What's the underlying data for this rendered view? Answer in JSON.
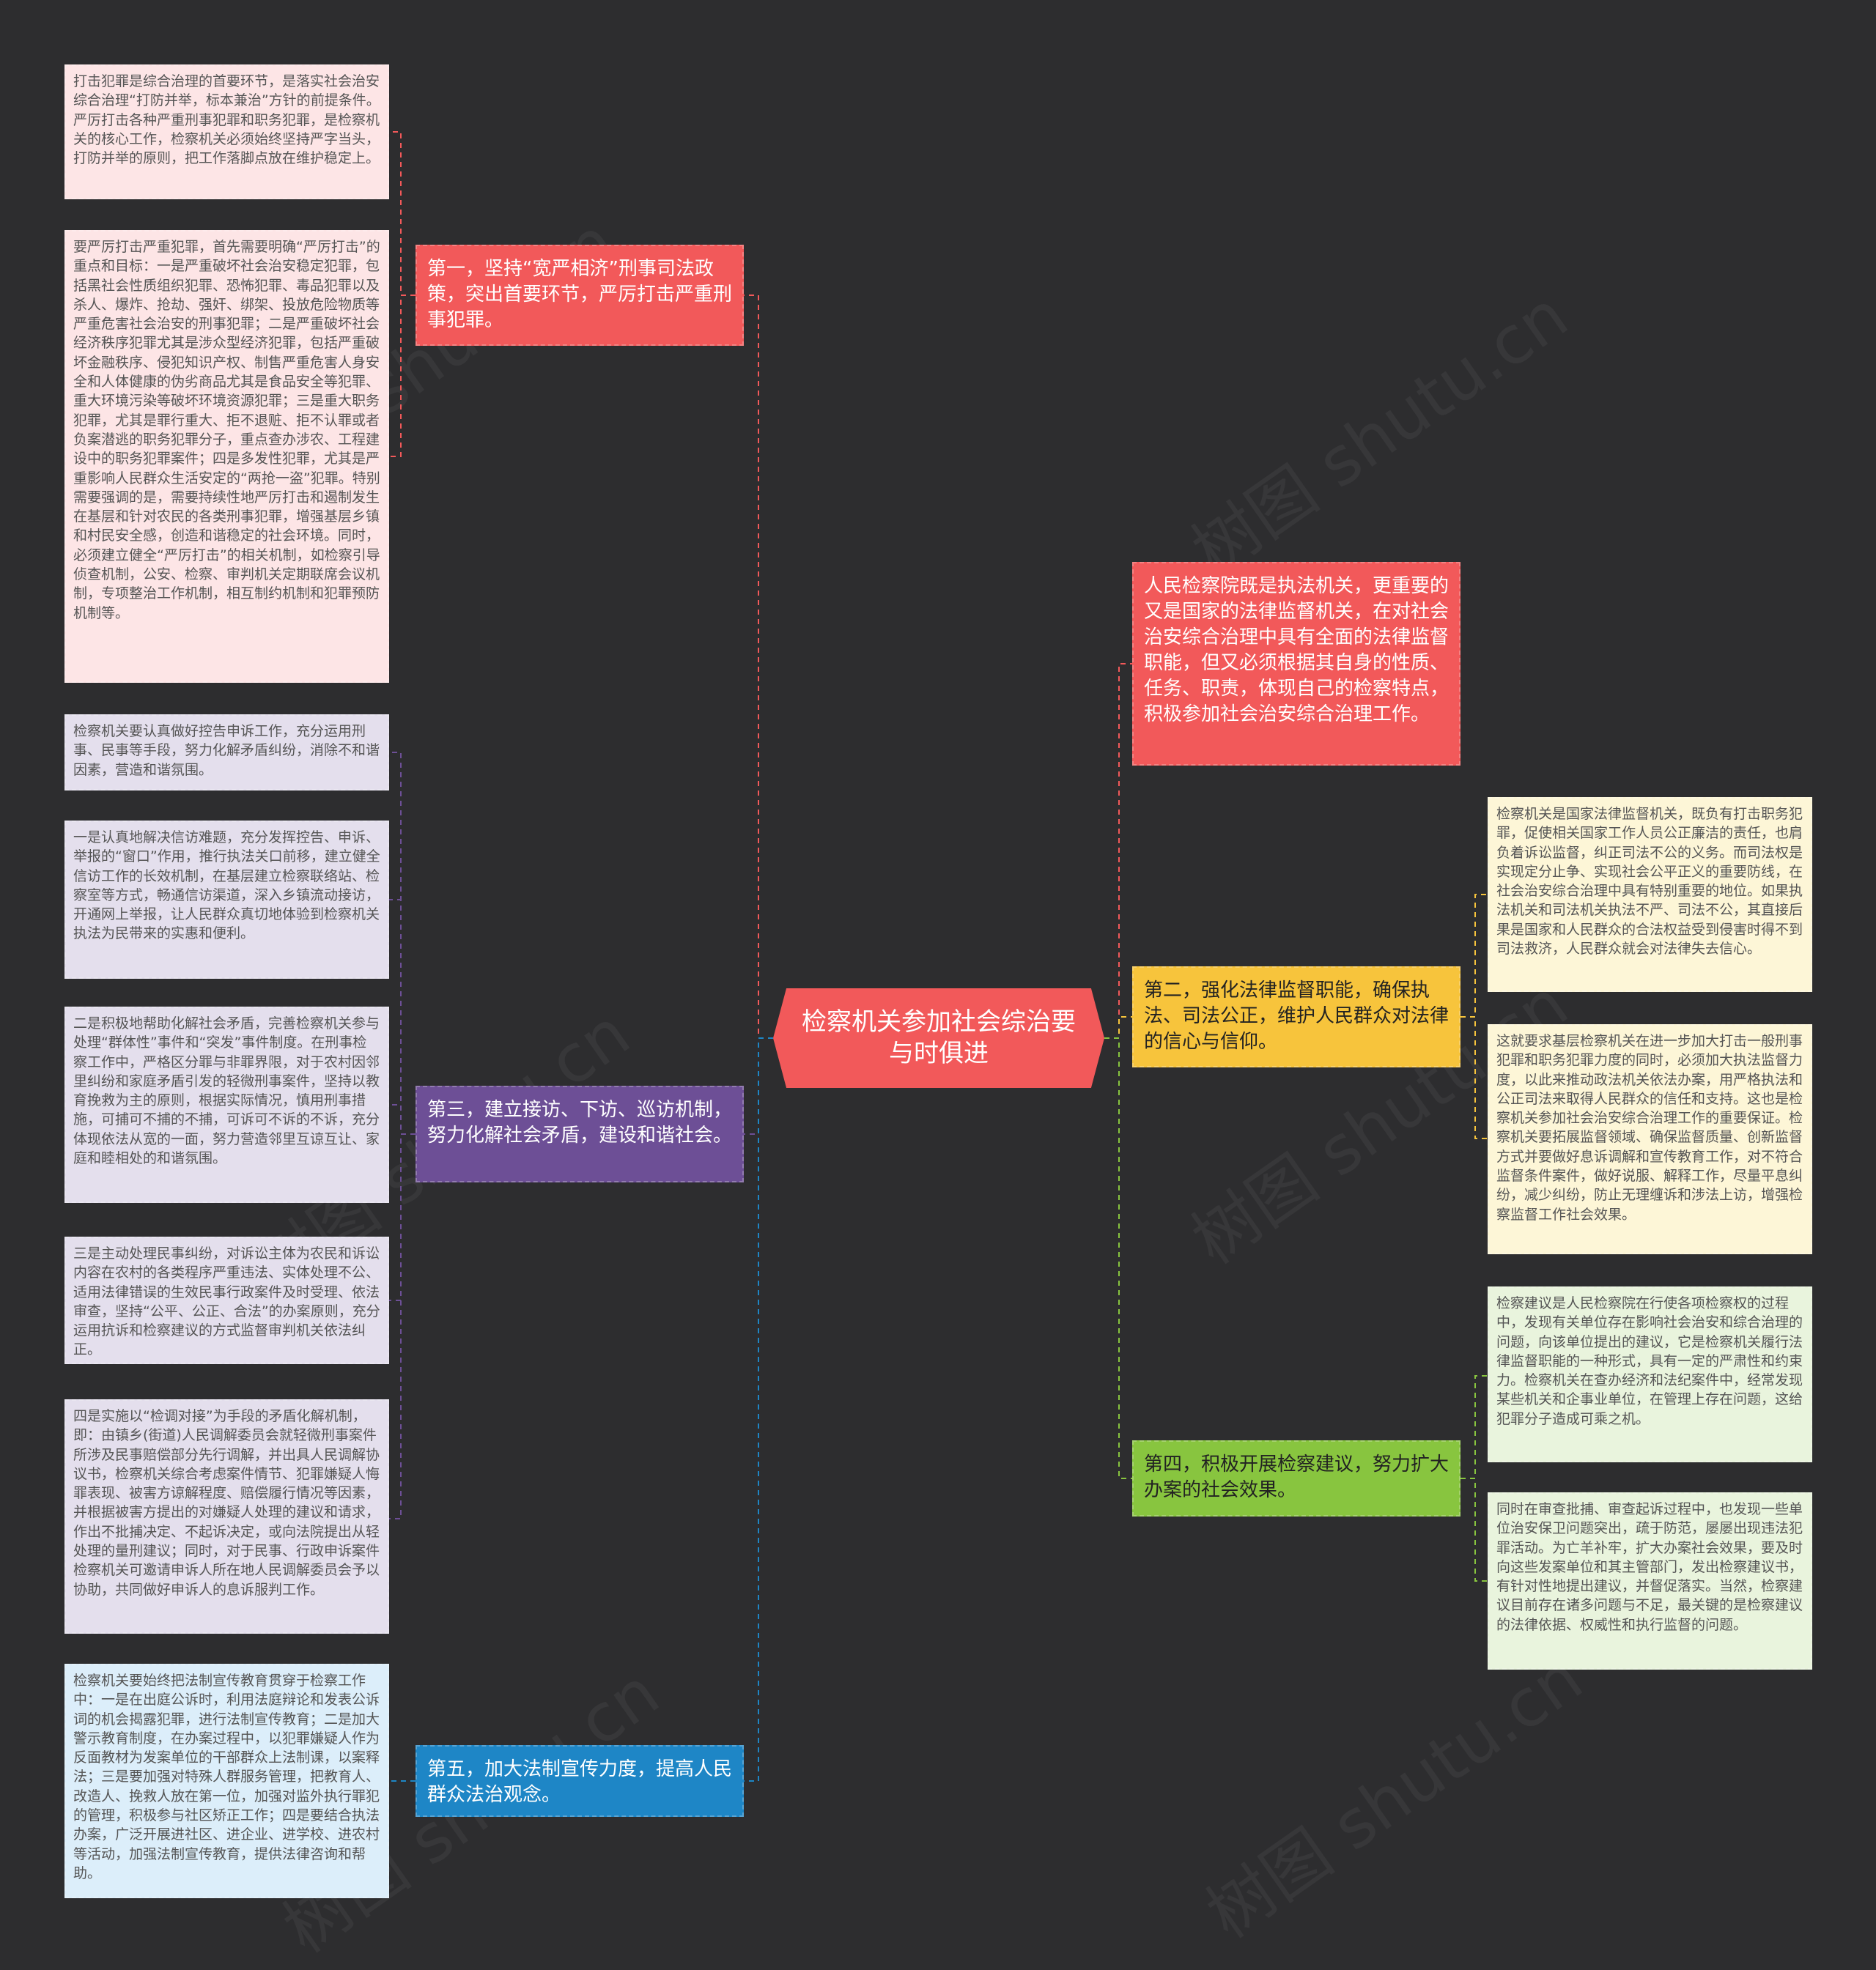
{
  "colors": {
    "background": "#2d2d2f",
    "red": "#f2595a",
    "purple": "#6d4f96",
    "blue": "#1e86c6",
    "yellow": "#f7c43c",
    "green": "#88c53f"
  },
  "central": "检察机关参加社会综治要与时俱进",
  "branches": {
    "b1": "第一，坚持“宽严相济”刑事司法政策，突出首要环节，严厉打击严重刑事犯罪。",
    "b3": "第三，建立接访、下访、巡访机制，努力化解社会矛盾，建设和谐社会。",
    "b5": "第五，加大法制宣传力度，提高人民群众法治观念。",
    "intro": "人民检察院既是执法机关，更重要的又是国家的法律监督机关，在对社会治安综合治理中具有全面的法律监督职能，但又必须根据其自身的性质、任务、职责，体现自己的检察特点，积极参加社会治安综合治理工作。",
    "b2": "第二，强化法律监督职能，确保执法、司法公正，维护人民群众对法律的信心与信仰。",
    "b4": "第四，积极开展检察建议，努力扩大办案的社会效果。"
  },
  "leaves": {
    "l1": "打击犯罪是综合治理的首要环节，是落实社会治安综合治理“打防并举，标本兼治”方针的前提条件。严厉打击各种严重刑事犯罪和职务犯罪，是检察机关的核心工作，检察机关必须始终坚持严字当头，打防并举的原则，把工作落脚点放在维护稳定上。",
    "l2": "要严厉打击严重犯罪，首先需要明确“严厉打击”的重点和目标：一是严重破坏社会治安稳定犯罪，包括黑社会性质组织犯罪、恐怖犯罪、毒品犯罪以及杀人、爆炸、抢劫、强奸、绑架、投放危险物质等严重危害社会治安的刑事犯罪；二是严重破坏社会经济秩序犯罪尤其是涉众型经济犯罪，包括严重破坏金融秩序、侵犯知识产权、制售严重危害人身安全和人体健康的伪劣商品尤其是食品安全等犯罪、重大环境污染等破坏环境资源犯罪；三是重大职务犯罪，尤其是罪行重大、拒不退赃、拒不认罪或者负案潜逃的职务犯罪分子，重点查办涉农、工程建设中的职务犯罪案件；四是多发性犯罪，尤其是严重影响人民群众生活安定的“两抢一盗”犯罪。特别需要强调的是，需要持续性地严厉打击和遏制发生在基层和针对农民的各类刑事犯罪，增强基层乡镇和村民安全感，创造和谐稳定的社会环境。同时，必须建立健全“严厉打击”的相关机制，如检察引导侦查机制，公安、检察、审判机关定期联席会议机制，专项整治工作机制，相互制约机制和犯罪预防机制等。",
    "l3": "检察机关要认真做好控告申诉工作，充分运用刑事、民事等手段，努力化解矛盾纠纷，消除不和谐因素，营造和谐氛围。",
    "l4": "一是认真地解决信访难题，充分发挥控告、申诉、举报的“窗口”作用，推行执法关口前移，建立健全信访工作的长效机制，在基层建立检察联络站、检察室等方式，畅通信访渠道，深入乡镇流动接访，开通网上举报，让人民群众真切地体验到检察机关执法为民带来的实惠和便利。",
    "l5": "二是积极地帮助化解社会矛盾，完善检察机关参与处理“群体性”事件和“突发”事件制度。在刑事检察工作中，严格区分罪与非罪界限，对于农村因邻里纠纷和家庭矛盾引发的轻微刑事案件，坚持以教育挽救为主的原则，根据实际情况，慎用刑事措施，可捕可不捕的不捕，可诉可不诉的不诉，充分体现依法从宽的一面，努力营造邻里互谅互让、家庭和睦相处的和谐氛围。",
    "l6": "三是主动处理民事纠纷，对诉讼主体为农民和诉讼内容在农村的各类程序严重违法、实体处理不公、适用法律错误的生效民事行政案件及时受理、依法审查，坚持“公平、公正、合法”的办案原则，充分运用抗诉和检察建议的方式监督审判机关依法纠正。",
    "l7": "四是实施以“检调对接”为手段的矛盾化解机制，即：由镇乡(街道)人民调解委员会就轻微刑事案件所涉及民事赔偿部分先行调解，并出具人民调解协议书，检察机关综合考虑案件情节、犯罪嫌疑人悔罪表现、被害方谅解程度、赔偿履行情况等因素，并根据被害方提出的对嫌疑人处理的建议和请求，作出不批捕决定、不起诉决定，或向法院提出从轻处理的量刑建议；同时，对于民事、行政申诉案件检察机关可邀请申诉人所在地人民调解委员会予以协助，共同做好申诉人的息诉服判工作。",
    "l8": "检察机关要始终把法制宣传教育贯穿于检察工作中：一是在出庭公诉时，利用法庭辩论和发表公诉词的机会揭露犯罪，进行法制宣传教育；二是加大警示教育制度，在办案过程中，以犯罪嫌疑人作为反面教材为发案单位的干部群众上法制课，以案释法；三是要加强对特殊人群服务管理，把教育人、改造人、挽救人放在第一位，加强对监外执行罪犯的管理，积极参与社区矫正工作；四是要结合执法办案，广泛开展进社区、进企业、进学校、进农村等活动，加强法制宣传教育，提供法律咨询和帮助。",
    "l9": "检察机关是国家法律监督机关，既负有打击职务犯罪，促使相关国家工作人员公正廉洁的责任，也肩负着诉讼监督，纠正司法不公的义务。而司法权是实现定分止争、实现社会公平正义的重要防线，在社会治安综合治理中具有特别重要的地位。如果执法机关和司法机关执法不严、司法不公，其直接后果是国家和人民群众的合法权益受到侵害时得不到司法救济，人民群众就会对法律失去信心。",
    "l10": "这就要求基层检察机关在进一步加大打击一般刑事犯罪和职务犯罪力度的同时，必须加大执法监督力度，以此来推动政法机关依法办案，用严格执法和公正司法来取得人民群众的信任和支持。这也是检察机关参加社会治安综合治理工作的重要保证。检察机关要拓展监督领域、确保监督质量、创新监督方式并要做好息诉调解和宣传教育工作，对不符合监督条件案件，做好说服、解释工作，尽量平息纠纷，减少纠纷，防止无理缠诉和涉法上访，增强检察监督工作社会效果。",
    "l11": "检察建议是人民检察院在行使各项检察权的过程中，发现有关单位存在影响社会治安和综合治理的问题，向该单位提出的建议，它是检察机关履行法律监督职能的一种形式，具有一定的严肃性和约束力。检察机关在查办经济和法纪案件中，经常发现某些机关和企事业单位，在管理上存在问题，这给犯罪分子造成可乘之机。",
    "l12": "同时在审查批捕、审查起诉过程中，也发现一些单位治安保卫问题突出，疏于防范，屡屡出现违法犯罪活动。为亡羊补牢，扩大办案社会效果，要及时向这些发案单位和其主管部门，发出检察建议书，有针对性地提出建议，并督促落实。当然，检察建议目前存在诸多问题与不足，最关键的是检察建议的法律依据、权威性和执行监督的问题。"
  }
}
